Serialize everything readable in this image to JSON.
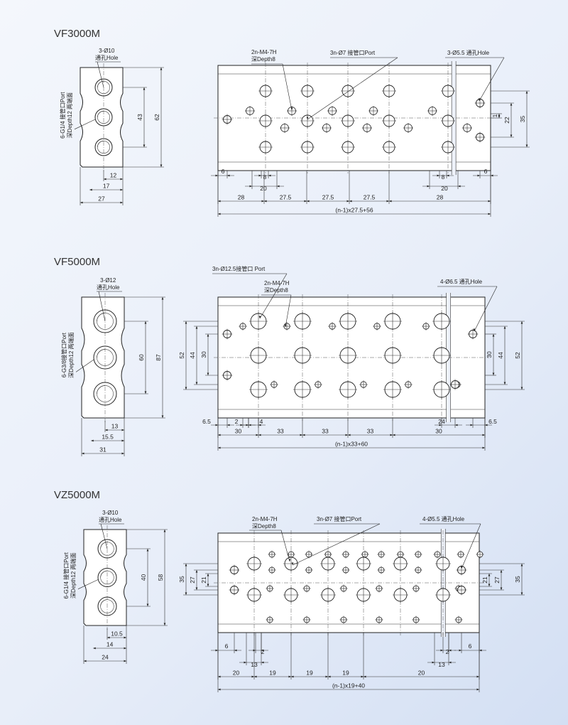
{
  "sections": [
    {
      "title": "VF3000M",
      "side": {
        "hole_label_1": "3-Ø10",
        "hole_label_2": "通孔Hole",
        "port_label_1": "6-G1/4 接管口Port",
        "port_label_2": "深Depth12 两端面",
        "dims": [
          "43",
          "62",
          "12",
          "17",
          "27"
        ]
      },
      "plan": {
        "thread_label_1": "2n-M4-7H",
        "thread_label_2": "深Depth8",
        "port_label": "3n-Ø7 接管口Port",
        "hole_label": "3-Ø5.5 通孔Hole",
        "right_dims": [
          "1",
          "22",
          "35"
        ],
        "small_left": [
          "6",
          "8",
          "20"
        ],
        "small_right": [
          "8",
          "20",
          "6"
        ],
        "bottom_dims": [
          "28",
          "27.5",
          "27.5",
          "27.5",
          "28"
        ],
        "total": "(n-1)x27.5+56"
      }
    },
    {
      "title": "VF5000M",
      "side": {
        "hole_label_1": "3-Ø12",
        "hole_label_2": "通孔Hole",
        "port_label_1": "6-G3/8接管口Port",
        "port_label_2": "深Depth12 两端面",
        "dims": [
          "60",
          "87",
          "13",
          "15.5",
          "31"
        ]
      },
      "plan": {
        "port_label": "3n-Ø12.5接管口 Port",
        "thread_label_1": "2n-M4-7H",
        "thread_label_2": "深Depth8",
        "hole_label": "4-Ø6.5 通孔Hole",
        "left_dims": [
          "52",
          "44",
          "30"
        ],
        "right_dims": [
          "30",
          "44",
          "52"
        ],
        "small_left": [
          "6.5",
          "2",
          "4"
        ],
        "small_right": [
          "24",
          "6.5"
        ],
        "bottom_dims": [
          "30",
          "33",
          "33",
          "33",
          "30"
        ],
        "total": "(n-1)x33+60"
      }
    },
    {
      "title": "VZ5000M",
      "side": {
        "hole_label_1": "3-Ø10",
        "hole_label_2": "通孔Hole",
        "port_label_1": "6-G1/4 接管口Port",
        "port_label_2": "深Depth12 两端面",
        "dims": [
          "40",
          "58",
          "10.5",
          "14",
          "24"
        ]
      },
      "plan": {
        "thread_label_1": "2n-M4-7H",
        "thread_label_2": "深Depth8",
        "port_label": "3n-Ø7 接管口Port",
        "hole_label": "4-Ø5.5 通孔Hole",
        "left_dims": [
          "35",
          "27",
          "21"
        ],
        "right_dims": [
          "21",
          "27",
          "35"
        ],
        "small_left": [
          "6",
          "2",
          "13"
        ],
        "small_right": [
          "2",
          "6",
          "13"
        ],
        "bottom_dims": [
          "20",
          "19",
          "19",
          "19",
          "20"
        ],
        "total": "(n-1)x19+40"
      }
    }
  ]
}
